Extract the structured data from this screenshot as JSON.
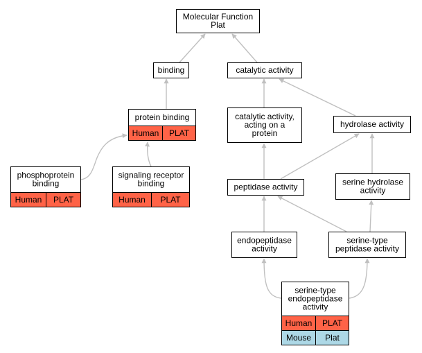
{
  "colors": {
    "edge": "#c0c0c0",
    "human_fill": "#ff6347",
    "mouse_fill": "#add8e6",
    "node_fill": "#ffffff",
    "border": "#000000"
  },
  "nodes": {
    "molecular_function": {
      "lines": [
        "Molecular Function",
        "Plat"
      ]
    },
    "binding": {
      "lines": [
        "binding"
      ]
    },
    "catalytic_activity": {
      "lines": [
        "catalytic activity"
      ]
    },
    "protein_binding": {
      "lines": [
        "protein binding"
      ],
      "rows": [
        [
          "Human",
          "PLAT"
        ]
      ]
    },
    "catalytic_acting_protein": {
      "lines": [
        "catalytic activity,",
        "acting on a",
        "protein"
      ]
    },
    "hydrolase_activity": {
      "lines": [
        "hydrolase activity"
      ]
    },
    "phosphoprotein_binding": {
      "lines": [
        "phosphoprotein",
        "binding"
      ],
      "rows": [
        [
          "Human",
          "PLAT"
        ]
      ]
    },
    "signaling_receptor_binding": {
      "lines": [
        "signaling receptor",
        "binding"
      ],
      "rows": [
        [
          "Human",
          "PLAT"
        ]
      ]
    },
    "peptidase_activity": {
      "lines": [
        "peptidase activity"
      ]
    },
    "serine_hydrolase_activity": {
      "lines": [
        "serine hydrolase",
        "activity"
      ]
    },
    "endopeptidase_activity": {
      "lines": [
        "endopeptidase",
        "activity"
      ]
    },
    "serine_type_peptidase_activity": {
      "lines": [
        "serine-type",
        "peptidase activity"
      ]
    },
    "serine_type_endopeptidase_activity": {
      "lines": [
        "serine-type",
        "endopeptidase",
        "activity"
      ],
      "rows": [
        [
          "Human",
          "PLAT"
        ],
        [
          "Mouse",
          "Plat"
        ]
      ]
    }
  }
}
